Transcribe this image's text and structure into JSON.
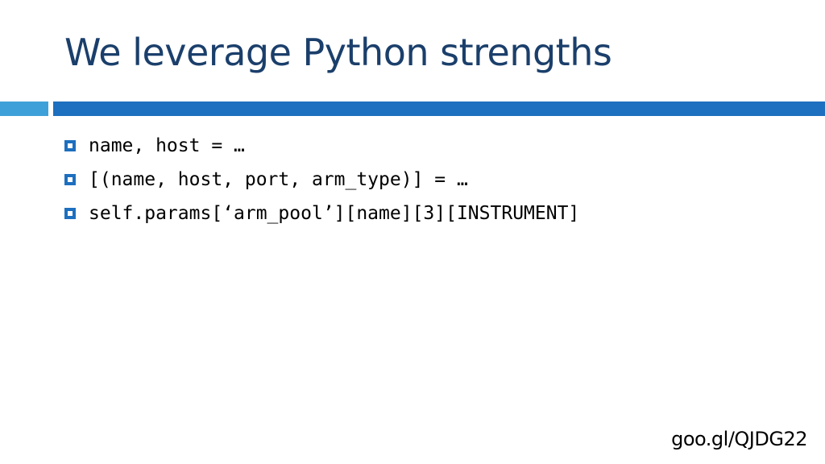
{
  "slide": {
    "title": "We leverage Python strengths",
    "bullets": [
      {
        "icon": "square-bullet-icon",
        "text": "name, host = …"
      },
      {
        "icon": "square-bullet-icon",
        "text": "[(name, host, port, arm_type)] = …"
      },
      {
        "icon": "square-bullet-icon",
        "text": "self.params[‘arm_pool’][name][3][INSTRUMENT]"
      }
    ],
    "footer_link": "goo.gl/QJDG22"
  },
  "colors": {
    "title": "#1b3f6b",
    "rule_left": "#3ea0d8",
    "rule_right": "#1d6fbf",
    "bullet_border": "#1d6fbf",
    "text": "#000000",
    "background": "#ffffff"
  }
}
